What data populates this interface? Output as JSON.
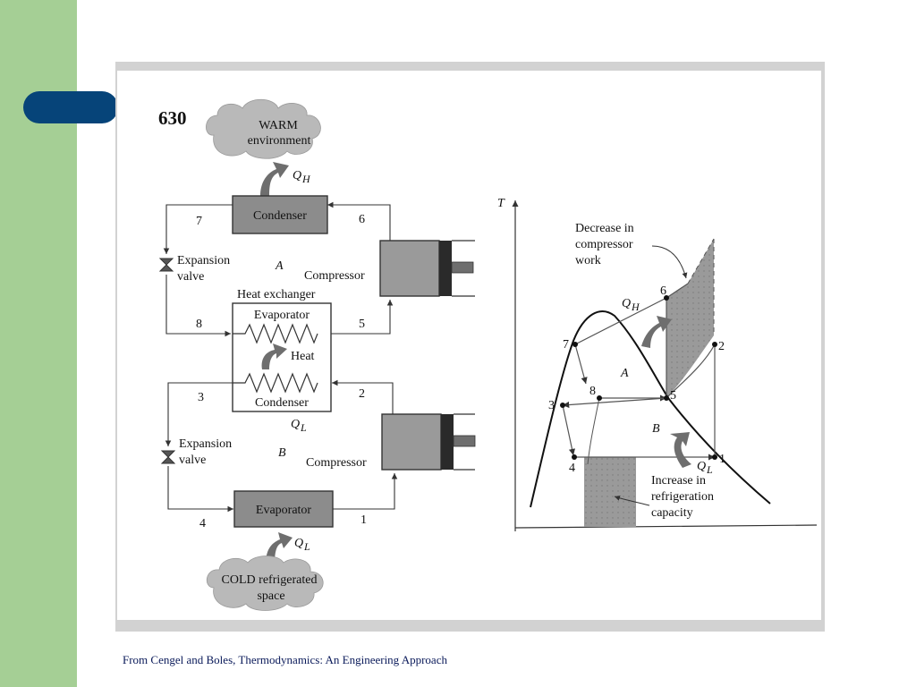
{
  "figure": {
    "number": "630",
    "warm_cloud": {
      "line1": "WARM",
      "line2": "environment"
    },
    "cold_cloud": {
      "line1": "COLD refrigerated",
      "line2": "space"
    },
    "cycle_a": {
      "condenser": "Condenser",
      "expansion_line1": "Expansion",
      "expansion_line2": "valve",
      "compressor": "Compressor",
      "label": "A",
      "heat_out": "Q",
      "heat_out_sub": "H"
    },
    "heat_exchanger": {
      "title": "Heat exchanger",
      "evaporator": "Evaporator",
      "condenser": "Condenser",
      "heat": "Heat"
    },
    "cycle_b": {
      "evaporator": "Evaporator",
      "expansion_line1": "Expansion",
      "expansion_line2": "valve",
      "compressor": "Compressor",
      "label": "B",
      "heat_in": "Q",
      "heat_in_sub": "L",
      "heat_between": "Q",
      "heat_between_sub": "L"
    },
    "state_points": {
      "p1": "1",
      "p2": "2",
      "p3": "3",
      "p4": "4",
      "p5": "5",
      "p6": "6",
      "p7": "7",
      "p8": "8"
    },
    "ts_diagram": {
      "y_axis": "T",
      "annot_compressor": [
        "Decrease in",
        "compressor",
        "work"
      ],
      "annot_capacity": [
        "Increase in",
        "refrigeration",
        "capacity"
      ],
      "qh": "Q",
      "qh_sub": "H",
      "ql": "Q",
      "ql_sub": "L",
      "label_a": "A",
      "label_b": "B",
      "points": {
        "p1": "1",
        "p2": "2",
        "p3": "3",
        "p4": "4",
        "p5": "5",
        "p6": "6",
        "p7": "7",
        "p8": "8"
      }
    }
  },
  "caption": "From Cengel and Boles, Thermodynamics: An Engineering Approach",
  "colors": {
    "sidebar": "#a5cf95",
    "tab": "#064479",
    "component_fill": "#8c8c8c",
    "shaded_area": "#a9a9a9",
    "cloud": "#b9b9b9"
  }
}
